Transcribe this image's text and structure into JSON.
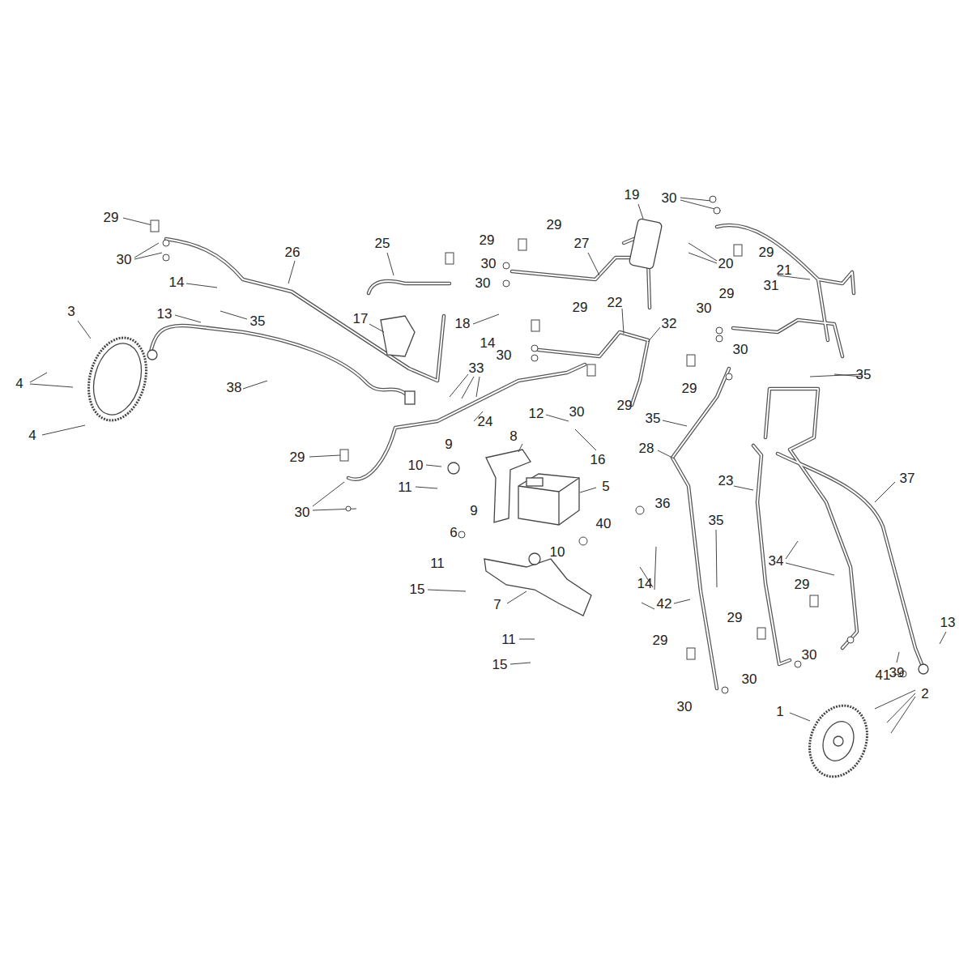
{
  "diagram": {
    "labels": [
      "29",
      "30",
      "26",
      "14",
      "3",
      "13",
      "35",
      "25",
      "17",
      "29",
      "29",
      "30",
      "30",
      "27",
      "19",
      "30",
      "20",
      "29",
      "21",
      "18",
      "29",
      "22",
      "32",
      "14",
      "30",
      "29",
      "30",
      "31",
      "30",
      "35",
      "4",
      "4",
      "33",
      "30",
      "29",
      "29",
      "38",
      "24",
      "12",
      "16",
      "35",
      "28",
      "9",
      "8",
      "29",
      "10",
      "11",
      "5",
      "23",
      "37",
      "9",
      "36",
      "40",
      "30",
      "6",
      "10",
      "35",
      "34",
      "14",
      "11",
      "15",
      "29",
      "7",
      "42",
      "29",
      "13",
      "11",
      "29",
      "30",
      "39",
      "15",
      "41",
      "2",
      "30",
      "1",
      "30"
    ]
  }
}
